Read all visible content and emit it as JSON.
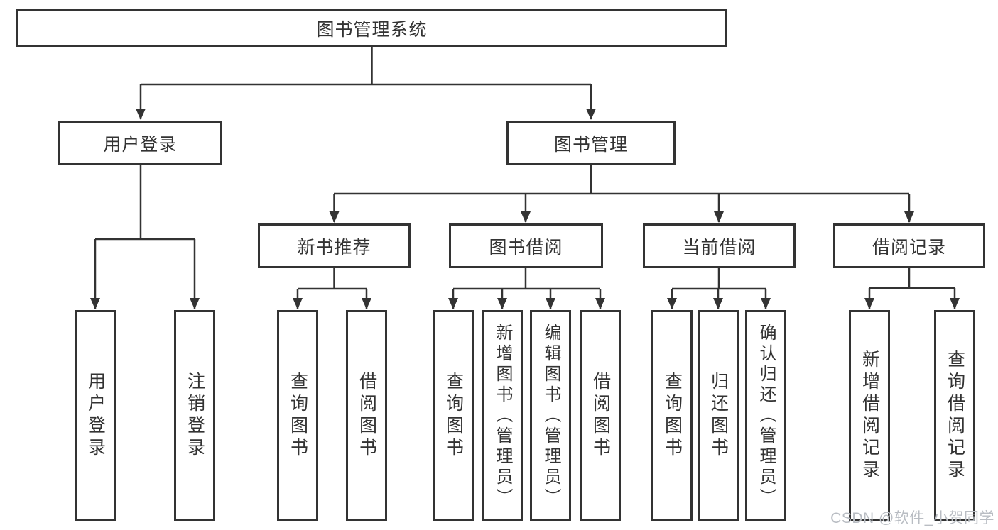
{
  "tree": {
    "root": "图书管理系统",
    "branches": [
      {
        "label": "用户登录",
        "children": [
          "用户登录",
          "注销登录"
        ]
      },
      {
        "label": "图书管理",
        "sections": [
          {
            "label": "新书推荐",
            "children": [
              "查询图书",
              "借阅图书"
            ]
          },
          {
            "label": "图书借阅",
            "children": [
              "查询图书",
              "新增图书（管理员）",
              "编辑图书（管理员）",
              "借阅图书"
            ]
          },
          {
            "label": "当前借阅",
            "children": [
              "查询图书",
              "归还图书",
              "确认归还（管理员）"
            ]
          },
          {
            "label": "借阅记录",
            "children": [
              "新增借阅记录",
              "查询借阅记录"
            ]
          }
        ]
      }
    ]
  },
  "watermark": {
    "text": "CSDN @软件_小贺同学"
  },
  "colors": {
    "line": "#333333",
    "text": "#333333",
    "watermark": "#b9bdc3",
    "background": "#ffffff"
  }
}
